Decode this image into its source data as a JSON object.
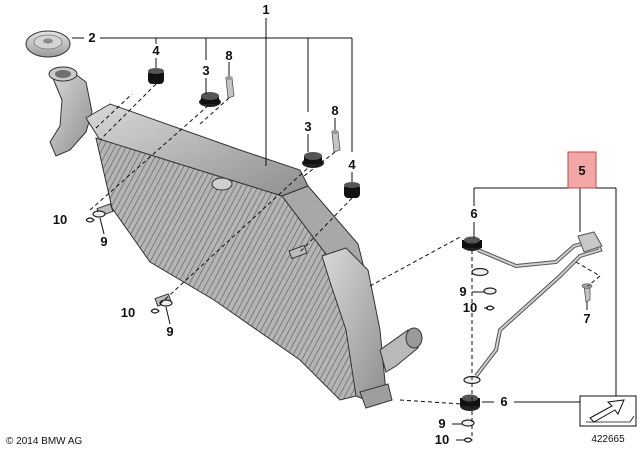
{
  "callouts": {
    "c1": "1",
    "c2": "2",
    "c3a": "3",
    "c3b": "3",
    "c4a": "4",
    "c4b": "4",
    "c5": "5",
    "c6a": "6",
    "c6b": "6",
    "c7": "7",
    "c8a": "8",
    "c8b": "8",
    "c9a": "9",
    "c9b": "9",
    "c9c": "9",
    "c9d": "9",
    "c10a": "10",
    "c10b": "10",
    "c10c": "10",
    "c10d": "10"
  },
  "highlight_color": "#f2a7a7",
  "copyright": "© 2014 BMW AG",
  "diagram_number": "422665"
}
